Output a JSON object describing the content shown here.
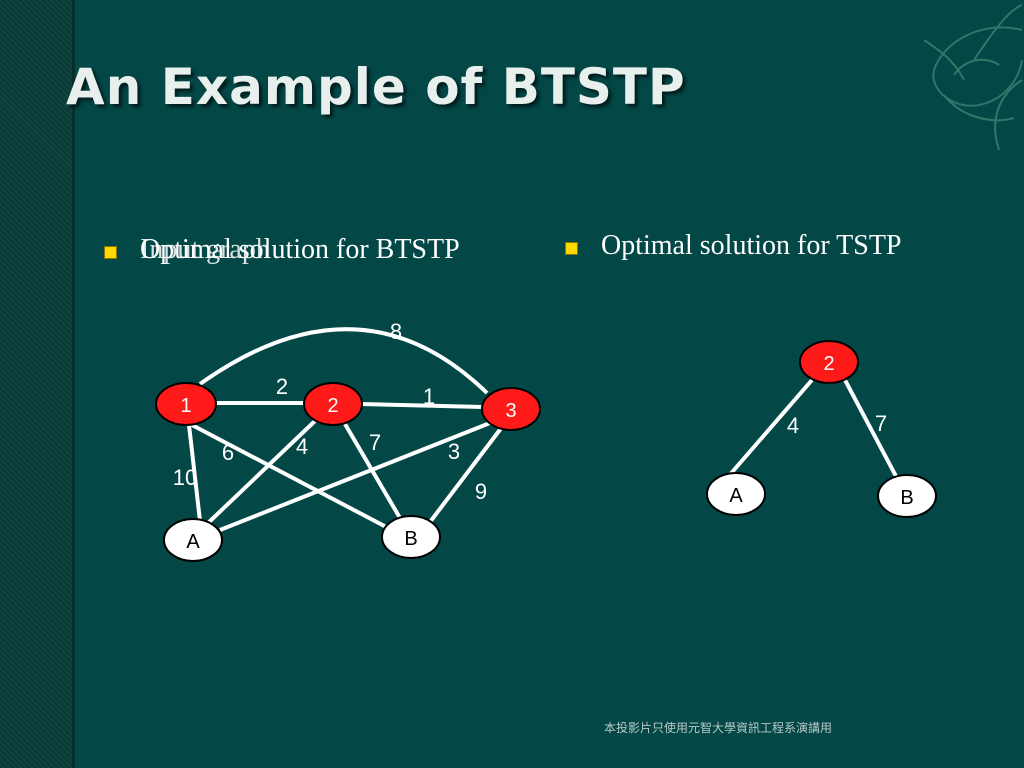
{
  "slide": {
    "title": "An Example of BTSTP",
    "bullets": [
      {
        "overlay_text": "Input graph",
        "text": "Optimal solution for BTSTP"
      },
      {
        "text": "Optimal solution for TSTP"
      }
    ],
    "footer": "本投影片只使用元智大學資訊工程系演講用"
  },
  "graph_left": {
    "nodes": [
      {
        "id": "1",
        "label": "1",
        "fill": "#ff1a1a"
      },
      {
        "id": "2",
        "label": "2",
        "fill": "#ff1a1a"
      },
      {
        "id": "3",
        "label": "3",
        "fill": "#ff1a1a"
      },
      {
        "id": "A",
        "label": "A",
        "fill": "#ffffff"
      },
      {
        "id": "B",
        "label": "B",
        "fill": "#ffffff"
      }
    ],
    "edges": [
      {
        "from": "1",
        "to": "3",
        "weight": "8"
      },
      {
        "from": "1",
        "to": "2",
        "weight": "2"
      },
      {
        "from": "2",
        "to": "3",
        "weight": "1"
      },
      {
        "from": "1",
        "to": "B",
        "weight": "6"
      },
      {
        "from": "1",
        "to": "A",
        "weight": "10"
      },
      {
        "from": "2",
        "to": "A",
        "weight": "4"
      },
      {
        "from": "2",
        "to": "B",
        "weight": "7"
      },
      {
        "from": "3",
        "to": "A",
        "weight": "3"
      },
      {
        "from": "3",
        "to": "B",
        "weight": "9"
      }
    ]
  },
  "graph_right": {
    "nodes": [
      {
        "id": "2",
        "label": "2",
        "fill": "#ff1a1a"
      },
      {
        "id": "A",
        "label": "A",
        "fill": "#ffffff"
      },
      {
        "id": "B",
        "label": "B",
        "fill": "#ffffff"
      }
    ],
    "edges": [
      {
        "from": "2",
        "to": "A",
        "weight": "4"
      },
      {
        "from": "2",
        "to": "B",
        "weight": "7"
      }
    ]
  },
  "colors": {
    "background": "#034747",
    "bullet": "#ffd800",
    "edge": "#ffffff",
    "title": "#e8f0ee"
  }
}
